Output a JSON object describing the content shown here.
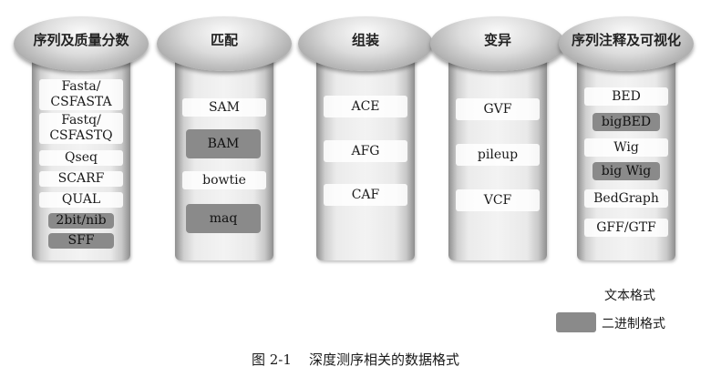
{
  "columns": [
    {
      "title": "序列及质量分数",
      "items": [
        {
          "label": "Fasta/\nCSFASTA",
          "kind": "text"
        },
        {
          "label": "Fastq/\nCSFASTQ",
          "kind": "text"
        },
        {
          "label": "Qseq",
          "kind": "text"
        },
        {
          "label": "SCARF",
          "kind": "text"
        },
        {
          "label": "QUAL",
          "kind": "text"
        },
        {
          "label": "2bit/nib",
          "kind": "binary"
        },
        {
          "label": "SFF",
          "kind": "binary"
        }
      ]
    },
    {
      "title": "匹配",
      "items": [
        {
          "label": "SAM",
          "kind": "text"
        },
        {
          "label": "BAM",
          "kind": "binary"
        },
        {
          "label": "bowtie",
          "kind": "text"
        },
        {
          "label": "maq",
          "kind": "binary"
        }
      ]
    },
    {
      "title": "组装",
      "items": [
        {
          "label": "ACE",
          "kind": "text"
        },
        {
          "label": "AFG",
          "kind": "text"
        },
        {
          "label": "CAF",
          "kind": "text"
        }
      ]
    },
    {
      "title": "变异",
      "items": [
        {
          "label": "GVF",
          "kind": "text"
        },
        {
          "label": "pileup",
          "kind": "text"
        },
        {
          "label": "VCF",
          "kind": "text"
        }
      ]
    },
    {
      "title": "序列注释及可视化",
      "items": [
        {
          "label": "BED",
          "kind": "text"
        },
        {
          "label": "bigBED",
          "kind": "binary"
        },
        {
          "label": "Wig",
          "kind": "text"
        },
        {
          "label": "big Wig",
          "kind": "binary"
        },
        {
          "label": "BedGraph",
          "kind": "text"
        },
        {
          "label": "GFF/GTF",
          "kind": "text"
        }
      ]
    }
  ],
  "legend": {
    "text_format": "文本格式",
    "binary_format": "二进制格式"
  },
  "caption": "图 2-1    深度测序相关的数据格式",
  "colors": {
    "binary_fill": "#8a8a8a",
    "column_body": "#eeeeee"
  }
}
